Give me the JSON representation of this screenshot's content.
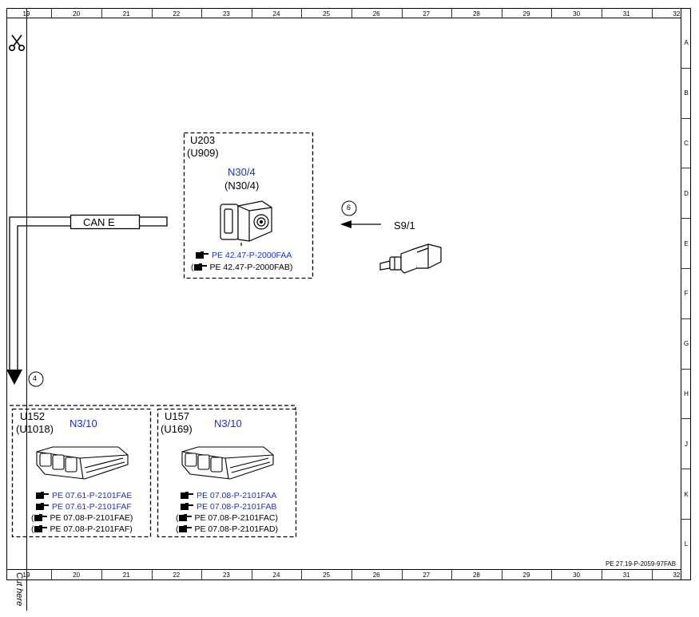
{
  "frame": {
    "columns": [
      "19",
      "20",
      "21",
      "22",
      "23",
      "24",
      "25",
      "26",
      "27",
      "28",
      "29",
      "30",
      "31",
      "32"
    ],
    "rows": [
      "A",
      "B",
      "C",
      "D",
      "E",
      "F",
      "G",
      "H",
      "J",
      "K",
      "L"
    ],
    "doc_ref": "PE 27.19-P-2059-97FAB",
    "cut_label": "Cut here"
  },
  "bus": {
    "label": "CAN E"
  },
  "callouts": {
    "c4": "4",
    "c6": "6"
  },
  "u203": {
    "group": "U203",
    "group_alt": "(U909)",
    "code": "N30/4",
    "code_alt": "(N30/4)",
    "refs": [
      "PE 42.47-P-2000FAA",
      "(",
      "PE 42.47-P-2000FAB)"
    ]
  },
  "s9": {
    "code": "S9/1"
  },
  "u152": {
    "group": "U152",
    "group_alt": "(U1018)",
    "code": "N3/10",
    "refs": [
      "PE 07.61-P-2101FAE",
      "PE 07.61-P-2101FAF",
      "PE 07.08-P-2101FAE)",
      "PE 07.08-P-2101FAF)"
    ]
  },
  "u157": {
    "group": "U157",
    "group_alt": "(U169)",
    "code": "N3/10",
    "refs": [
      "PE 07.08-P-2101FAA",
      "PE 07.08-P-2101FAB",
      "PE 07.08-P-2101FAC)",
      "PE 07.08-P-2101FAD)"
    ]
  },
  "colors": {
    "link_blue": "#1a2fd6",
    "line": "#000000"
  },
  "icons": {
    "scissors": "scissors-icon",
    "pointer": "pointing-hand-icon"
  }
}
